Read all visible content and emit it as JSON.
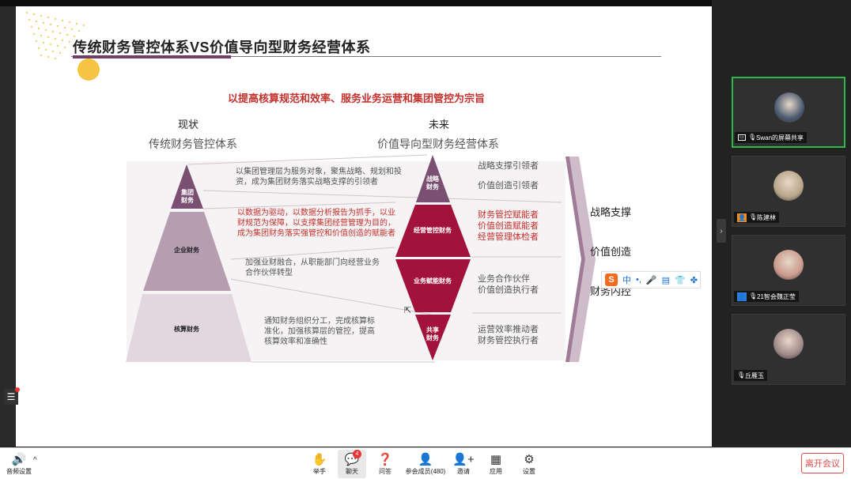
{
  "slide": {
    "title": "传统财务管控体系VS价值导向型财务经营体系",
    "slogan": "以提高核算规范和效率、服务业务运营和集团管控为宗旨",
    "now_label": "现状",
    "future_label": "未来",
    "now_system": "传统财务管控体系",
    "future_system": "价值导向型财务经营体系",
    "left_pyramid": [
      {
        "label": "集团\n财务",
        "color": "#7a4f72"
      },
      {
        "label": "企业财务",
        "color": "#b79db2"
      },
      {
        "label": "核算财务",
        "color": "#e2d6df"
      }
    ],
    "middle_desc": [
      {
        "text": "以集团管理层为服务对象，聚焦战略、规划和投资，成为集团财务落实战略支撑的引领者",
        "red": false
      },
      {
        "text": "以数据为驱动，以数据分析报告为抓手，以业财规范为保障，以支撑集团经营管理为目的，成为集团财务落实强管控和价值创造的赋能者",
        "red": true
      },
      {
        "text": "加强业财融合，从职能部门向经营业务合作伙伴转型",
        "red": false
      },
      {
        "text": "通知财务组织分工，完成核算标准化，加强核算层的管控，提高核算效率和准确性",
        "red": false
      }
    ],
    "right_shape": [
      {
        "label": "战略\n财务",
        "color": "#7a4f72"
      },
      {
        "label": "经营管控财务",
        "color": "#a3123a"
      },
      {
        "label": "业务赋能财务",
        "color": "#a3123a"
      },
      {
        "label": "共享\n财务",
        "color": "#a3123a"
      }
    ],
    "roles": [
      {
        "lines": [
          "战略支撑引领者",
          "价值创造引领者"
        ],
        "red": false
      },
      {
        "lines": [
          "财务管控赋能者",
          "价值创造赋能者",
          "经营管理体检者"
        ],
        "red": true
      },
      {
        "lines": [
          "业务合作伙伴",
          "价值创造执行者"
        ],
        "red": false
      },
      {
        "lines": [
          "运营效率推动者",
          "财务管控执行者"
        ],
        "red": false
      }
    ],
    "far_right": [
      "战略支撑",
      "价值创造",
      "财务内控"
    ]
  },
  "ime": {
    "logo": "S",
    "items": [
      "中",
      "•,",
      "🎤",
      "▤",
      "👕",
      "✤"
    ]
  },
  "participants": [
    {
      "name": "Swan的屏幕共享",
      "active": true,
      "icon": "share",
      "avatar_color": "#4a5a70"
    },
    {
      "name": "陈建林",
      "active": false,
      "icon": "person-orange",
      "avatar_color": "#b7a68a"
    },
    {
      "name": "21智会魏正莹",
      "active": false,
      "icon": "person-blue",
      "avatar_color": "#c99a8c"
    },
    {
      "name": "丘雁玉",
      "active": false,
      "icon": "mic",
      "avatar_color": "#a08a8a"
    }
  ],
  "toolbar": {
    "audio_label": "音频设置",
    "items": [
      {
        "label": "举手",
        "icon": "✋"
      },
      {
        "label": "聊天",
        "icon": "💬",
        "badge": "4",
        "active": true
      },
      {
        "label": "问答",
        "icon": "❓"
      },
      {
        "label": "参会成员(480)",
        "icon": "👤"
      },
      {
        "label": "邀请",
        "icon": "👤+"
      },
      {
        "label": "应用",
        "icon": "▦"
      },
      {
        "label": "设置",
        "icon": "⚙"
      }
    ],
    "leave_label": "离开会议"
  }
}
